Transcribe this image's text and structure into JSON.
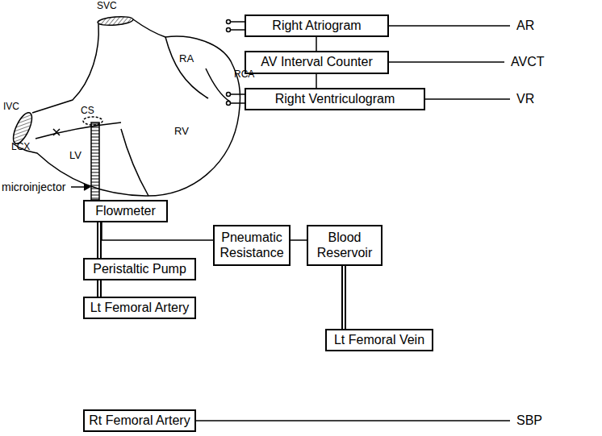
{
  "diagram": {
    "nodes": [
      {
        "text": [
          "Right Atriogram"
        ]
      },
      {
        "text": [
          "AV Interval Counter"
        ]
      },
      {
        "text": [
          "Right Ventriculogram"
        ]
      },
      {
        "text": [
          "Flowmeter"
        ]
      },
      {
        "text": [
          "Pneumatic Resistance"
        ]
      },
      {
        "text": [
          "Blood Reservoir"
        ]
      },
      {
        "text": [
          "Peristaltic Pump"
        ]
      },
      {
        "text": [
          "Lt Femoral Artery"
        ]
      },
      {
        "text": [
          "Lt Femoral Vein"
        ]
      },
      {
        "text": [
          "Rt Femoral Artery"
        ]
      }
    ],
    "edges": [
      {
        "from": 0,
        "to": 1,
        "arrow": "none"
      },
      {
        "from": 1,
        "to": 2,
        "arrow": "none"
      },
      {
        "from": 3,
        "to": 6,
        "arrow": "none"
      },
      {
        "from": 6,
        "to": 7,
        "arrow": "none"
      },
      {
        "from": 3,
        "to": 4,
        "arrow": "none"
      },
      {
        "from": 4,
        "to": 5,
        "arrow": "none"
      },
      {
        "from": 5,
        "to": 8,
        "arrow": "none"
      }
    ],
    "labels": [
      "SVC",
      "IVC",
      "CS",
      "LCX",
      "RA",
      "RCA",
      "LV",
      "RV",
      "microinjector",
      "AR",
      "AVCT",
      "VR",
      "SBP"
    ]
  }
}
